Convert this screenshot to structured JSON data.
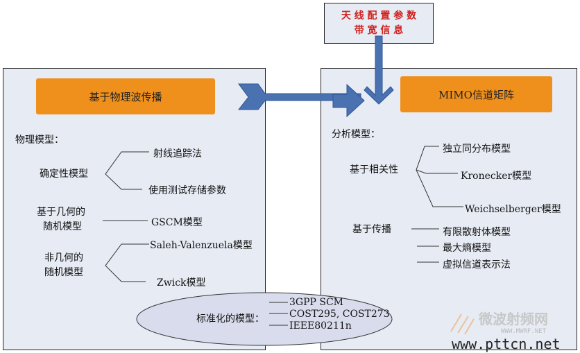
{
  "input_box": {
    "line1": "天 线 配 置 参 数",
    "line2": "带 宽 信 息"
  },
  "left_panel": {
    "header": "基于物理波传播",
    "section_title": "物理模型：",
    "groups": [
      {
        "label": "确定性模型",
        "items": [
          "射线追踪法",
          "使用测试存储参数"
        ]
      },
      {
        "label_line1": "基于几何的",
        "label_line2": "随机模型",
        "items": [
          "GSCM模型"
        ]
      },
      {
        "label_line1": "非几何的",
        "label_line2": "随机模型",
        "items": [
          "Saleh-Valenzuela模型",
          "Zwick模型"
        ]
      }
    ]
  },
  "right_panel": {
    "header": "MIMO信道矩阵",
    "section_title": "分析模型：",
    "groups": [
      {
        "label": "基于相关性",
        "items": [
          "独立同分布模型",
          "Kronecker模型",
          "Weichselberger模型"
        ]
      },
      {
        "label": "基于传播",
        "items": [
          "有限散射体模型",
          "最大熵模型",
          "虚拟信道表示法"
        ]
      }
    ]
  },
  "standard": {
    "label": "标准化的模型：",
    "items": [
      "3GPP SCM",
      "COST295, COST273",
      "IEEE80211n"
    ]
  },
  "watermark": {
    "cn": "微波射频网",
    "url": "www.pttcn.net",
    "sub": "WWW.MWRF.NET"
  },
  "colors": {
    "panel": "#e6ebf4",
    "header": "#f0901c",
    "arrow": "#4a72b0",
    "input_text": "#d0201c",
    "ellipse": "#d9dcec"
  }
}
